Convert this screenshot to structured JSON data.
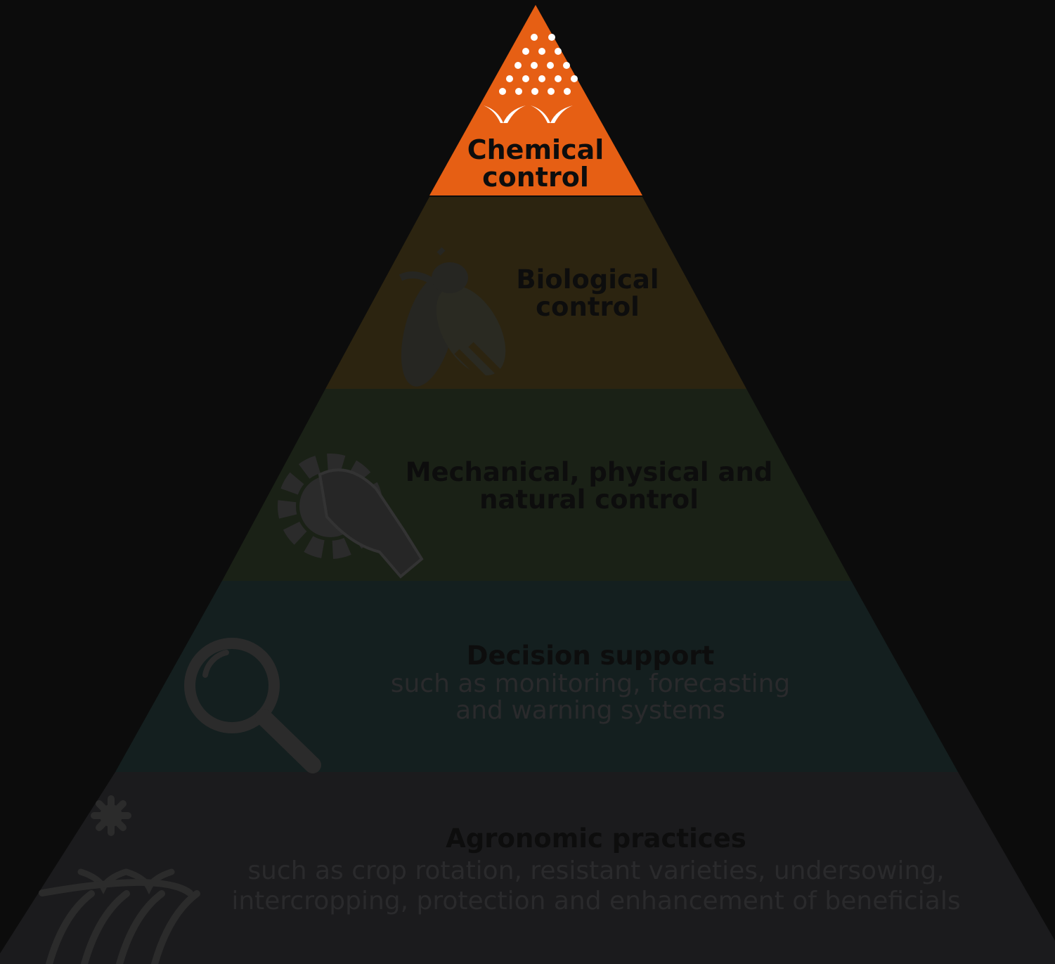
{
  "colors": {
    "background": "#0c0c0c",
    "chemical": "#e65f14",
    "biological": "#2c2410",
    "mechanical": "#1a2116",
    "decision": "#141f1f",
    "agronomic": "#1b1b1d",
    "label_dark": "#0d0d0d",
    "label_sub": "#2a2a2c",
    "icon_light": "#ffffff",
    "icon_dim": "#2b2b2b"
  },
  "pyramid": {
    "levels": [
      {
        "id": "chemical",
        "title_lines": [
          "Chemical",
          "control"
        ],
        "subtitle_lines": [],
        "icon": "spray-plants-icon"
      },
      {
        "id": "biological",
        "title_lines": [
          "Biological",
          "control"
        ],
        "subtitle_lines": [],
        "icon": "insect-icon"
      },
      {
        "id": "mechanical",
        "title_lines": [
          "Mechanical, physical and",
          "natural control"
        ],
        "subtitle_lines": [],
        "icon": "hand-gear-icon"
      },
      {
        "id": "decision",
        "title_lines": [
          "Decision support"
        ],
        "subtitle_lines": [
          "such as monitoring, forecasting",
          "and warning systems"
        ],
        "icon": "magnifier-icon"
      },
      {
        "id": "agronomic",
        "title_lines": [
          "Agronomic practices"
        ],
        "subtitle_lines": [
          "such as crop rotation, resistant varieties, undersowing,",
          "intercropping, protection and enhancement of beneficials"
        ],
        "icon": "field-virus-icon"
      }
    ]
  }
}
